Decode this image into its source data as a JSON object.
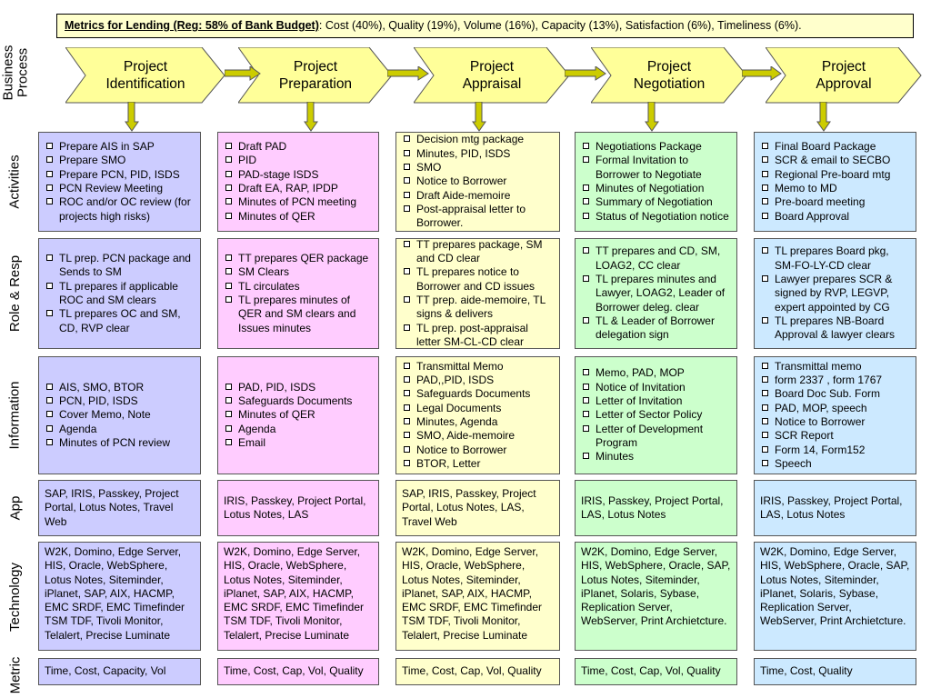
{
  "metrics_bar": {
    "title": "Metrics for Lending (Reg: 58% of Bank Budget)",
    "text": ": Cost (40%), Quality (19%), Volume (16%), Capacity (13%), Satisfaction (6%), Timeliness (6%)."
  },
  "row_labels": {
    "business_process_line1": "Business",
    "business_process_line2": "Process",
    "activities": "Activities",
    "role_resp": "Role & Resp",
    "information": "Information",
    "app": "App",
    "technology": "Technology",
    "metric": "Metric"
  },
  "stages": [
    {
      "label_line1": "Project",
      "label_line2": "Identification",
      "activities": [
        "Prepare AIS in SAP",
        "Prepare SMO",
        "Prepare PCN, PID, ISDS",
        "PCN Review Meeting",
        "ROC and/or OC review (for projects high risks)"
      ],
      "roles": [
        "TL  prep. PCN package and  Sends to SM",
        "TL prepares if applicable ROC and SM clears",
        "TL prepares OC  and SM, CD, RVP clear"
      ],
      "information": [
        "AIS, SMO, BTOR",
        "PCN, PID, ISDS",
        "Cover Memo, Note",
        "Agenda",
        "Minutes of PCN review"
      ],
      "app": "SAP, IRIS, Passkey, Project Portal, Lotus Notes, Travel Web",
      "technology": "W2K, Domino, Edge Server, HIS, Oracle, WebSphere, Lotus Notes, Siteminder, iPlanet, SAP, AIX, HACMP, EMC SRDF, EMC Timefinder TSM TDF, Tivoli Monitor, Telalert, Precise Luminate",
      "metric": "Time, Cost, Capacity, Vol"
    },
    {
      "label_line1": "Project",
      "label_line2": "Preparation",
      "activities": [
        "Draft PAD",
        "PID",
        "PAD-stage ISDS",
        "Draft EA, RAP, IPDP",
        "Minutes of PCN meeting",
        "Minutes of QER"
      ],
      "roles": [
        "TT prepares QER package",
        "SM Clears",
        "TL circulates",
        "TL prepares minutes of QER and SM clears and Issues minutes"
      ],
      "information": [
        "PAD, PID, ISDS",
        "Safeguards Documents",
        "Minutes of QER",
        "Agenda",
        "Email"
      ],
      "app": "IRIS, Passkey, Project Portal, Lotus Notes, LAS",
      "technology": "W2K, Domino, Edge Server, HIS, Oracle, WebSphere, Lotus Notes, Siteminder, iPlanet, SAP, AIX, HACMP, EMC SRDF, EMC Timefinder TSM TDF, Tivoli Monitor, Telalert, Precise Luminate",
      "metric": "Time, Cost, Cap, Vol, Quality"
    },
    {
      "label_line1": "Project",
      "label_line2": "Appraisal",
      "activities": [
        "Decision mtg package",
        "Minutes, PID, ISDS",
        "SMO",
        "Notice to Borrower",
        "Draft Aide-memoire",
        "Post-appraisal letter to Borrower."
      ],
      "roles": [
        "TT prepares package, SM and CD clear",
        "TL prepares notice to Borrower and CD issues",
        "TT prep. aide-memoire, TL signs & delivers",
        "TL prep. post-appraisal letter SM-CL-CD clear"
      ],
      "information": [
        "Transmittal Memo",
        "PAD,,PID, ISDS",
        "Safeguards Documents",
        "Legal Documents",
        "Minutes, Agenda",
        "SMO, Aide-memoire",
        "Notice to Borrower",
        "BTOR, Letter"
      ],
      "app": "SAP, IRIS, Passkey, Project Portal, Lotus Notes, LAS, Travel Web",
      "technology": "W2K, Domino, Edge Server, HIS, Oracle, WebSphere, Lotus Notes, Siteminder, iPlanet, SAP, AIX, HACMP, EMC SRDF, EMC Timefinder TSM TDF, Tivoli Monitor, Telalert, Precise Luminate",
      "metric": "Time, Cost, Cap, Vol, Quality"
    },
    {
      "label_line1": "Project",
      "label_line2": "Negotiation",
      "activities": [
        "Negotiations Package",
        "Formal Invitation to Borrower to Negotiate",
        "Minutes of Negotiation",
        "Summary of Negotiation",
        "Status of Negotiation notice"
      ],
      "roles": [
        "TT prepares and CD, SM, LOAG2, CC clear",
        "TL prepares minutes and Lawyer, LOAG2, Leader of Borrower deleg.  clear",
        "TL & Leader of Borrower delegation  sign"
      ],
      "information": [
        "Memo, PAD, MOP",
        "Notice of Invitation",
        "Letter of Invitation",
        "Letter of Sector Policy",
        "Letter of Development Program",
        "Minutes"
      ],
      "app": "IRIS, Passkey, Project Portal, LAS, Lotus Notes",
      "technology": "W2K, Domino, Edge Server, HIS, WebSphere, Oracle, SAP, Lotus Notes, Siteminder, iPlanet, Solaris, Sybase, Replication Server, WebServer, Print Archietcture.",
      "metric": "Time, Cost, Cap, Vol, Quality"
    },
    {
      "label_line1": "Project",
      "label_line2": "Approval",
      "activities": [
        "Final Board Package",
        "SCR & email to SECBO",
        "Regional Pre-board mtg",
        "Memo to MD",
        "Pre-board meeting",
        "Board Approval"
      ],
      "roles": [
        "TL prepares Board pkg, SM-FO-LY-CD clear",
        "Lawyer prepares SCR & signed by RVP, LEGVP, expert appointed by CG",
        "TL prepares NB-Board Approval & lawyer clears"
      ],
      "information": [
        "Transmittal memo",
        "form 2337 , form 1767",
        "Board Doc Sub. Form",
        "PAD, MOP, speech",
        "Notice to Borrower",
        "SCR Report",
        "Form 14, Form152",
        "Speech"
      ],
      "app": "IRIS, Passkey, Project Portal, LAS, Lotus Notes",
      "technology": "W2K, Domino, Edge Server, HIS, WebSphere, Oracle, SAP, Lotus Notes, Siteminder, iPlanet, Solaris, Sybase, Replication Server, WebServer, Print Archietcture.",
      "metric": "Time, Cost, Quality"
    }
  ],
  "colors": {
    "chevron_fill": "#ffff99",
    "arrow_fill": "#cccc00",
    "stage_backgrounds": [
      "#ccccff",
      "#ffccff",
      "#ffffcc",
      "#ccffcc",
      "#cce9ff"
    ]
  }
}
